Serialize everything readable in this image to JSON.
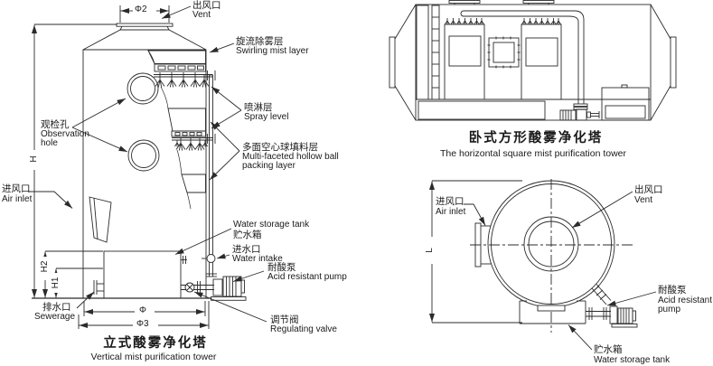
{
  "vt": {
    "title_cn": "立式酸雾净化塔",
    "title_en": "Vertical mist purification tower",
    "vent_cn": "出风口",
    "vent_en": "Vent",
    "swirl_cn": "旋流除雾层",
    "swirl_en": "Swirling mist layer",
    "spray_cn": "喷淋层",
    "spray_en": "Spray level",
    "packing_cn": "多面空心球填料层",
    "packing_en1": "Multi-faceted hollow ball",
    "packing_en2": "packing layer",
    "obs_cn": "观检孔",
    "obs_en1": "Observation",
    "obs_en2": "hole",
    "inlet_cn": "进风口",
    "inlet_en": "Air inlet",
    "sew_cn": "排水口",
    "sew_en": "Sewerage",
    "tank_en": "Water storage tank",
    "tank_cn": "贮水箱",
    "intake_cn": "进水口",
    "intake_en": "Water intake",
    "pump_cn": "耐酸泵",
    "pump_en": "Acid resistant pump",
    "valve_cn": "调节阀",
    "valve_en": "Regulating valve",
    "dim_phi2": "Φ2",
    "dim_h": "H",
    "dim_h2": "H2",
    "dim_h1": "H1",
    "dim_phi": "Φ",
    "dim_phi3": "Φ3"
  },
  "ht": {
    "title_cn": "卧式方形酸雾净化塔",
    "title_en": "The horizontal square mist purification tower"
  },
  "ev": {
    "inlet_cn": "进风口",
    "inlet_en": "Air inlet",
    "vent_cn": "出风口",
    "vent_en": "Vent",
    "pump_cn": "耐酸泵",
    "pump_en1": "Acid resistant",
    "pump_en2": "pump",
    "tank_cn": "贮水箱",
    "tank_en": "Water storage tank",
    "dim_l": "L"
  }
}
